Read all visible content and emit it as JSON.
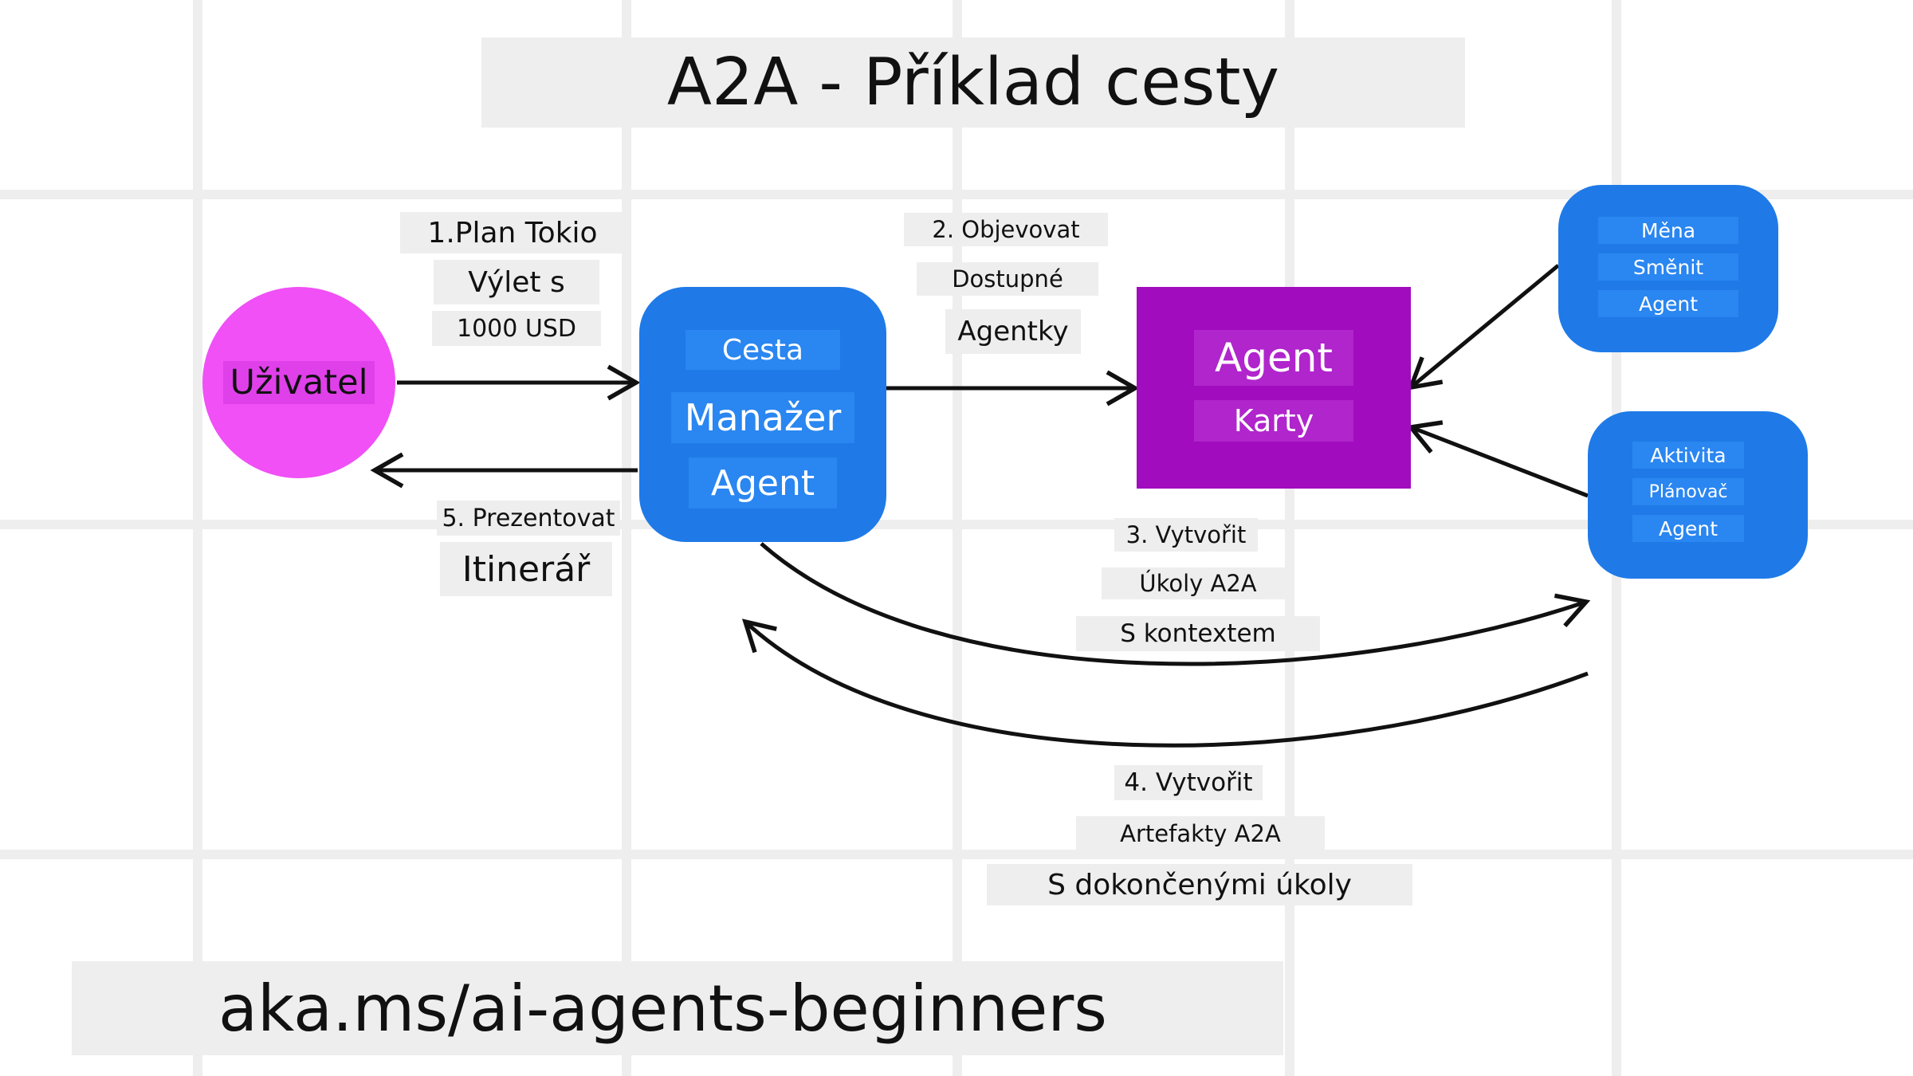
{
  "title": "A2A - Příklad cesty",
  "footer": "aka.ms/ai-agents-beginners",
  "colors": {
    "user_node": "#f050f5",
    "agent_blue": "#1f7ae8",
    "agent_card": "#a00cbe",
    "label_bg": "#eeeeee",
    "arrow": "#111111"
  },
  "nodes": {
    "user": {
      "label": "Uživatel"
    },
    "travel_manager": {
      "lines": [
        "Cesta",
        "Manažer",
        "Agent"
      ]
    },
    "agent_card": {
      "lines": [
        "Agent",
        "Karty"
      ]
    },
    "currency_agent": {
      "lines": [
        "Měna",
        "Směnit",
        "Agent"
      ]
    },
    "activity_agent": {
      "lines": [
        "Aktivita",
        "Plánovač",
        "Agent"
      ]
    }
  },
  "steps": {
    "step1": [
      "1.Plan Tokio",
      "Výlet s",
      "1000 USD"
    ],
    "step2": [
      "2. Objevovat",
      "Dostupné",
      "Agentky"
    ],
    "step3": [
      "3. Vytvořit",
      "Úkoly A2A",
      "S kontextem"
    ],
    "step4": [
      "4. Vytvořit",
      "Artefakty A2A",
      "S dokončenými úkoly"
    ],
    "step5": [
      "5. Prezentovat",
      "Itinerář"
    ]
  }
}
